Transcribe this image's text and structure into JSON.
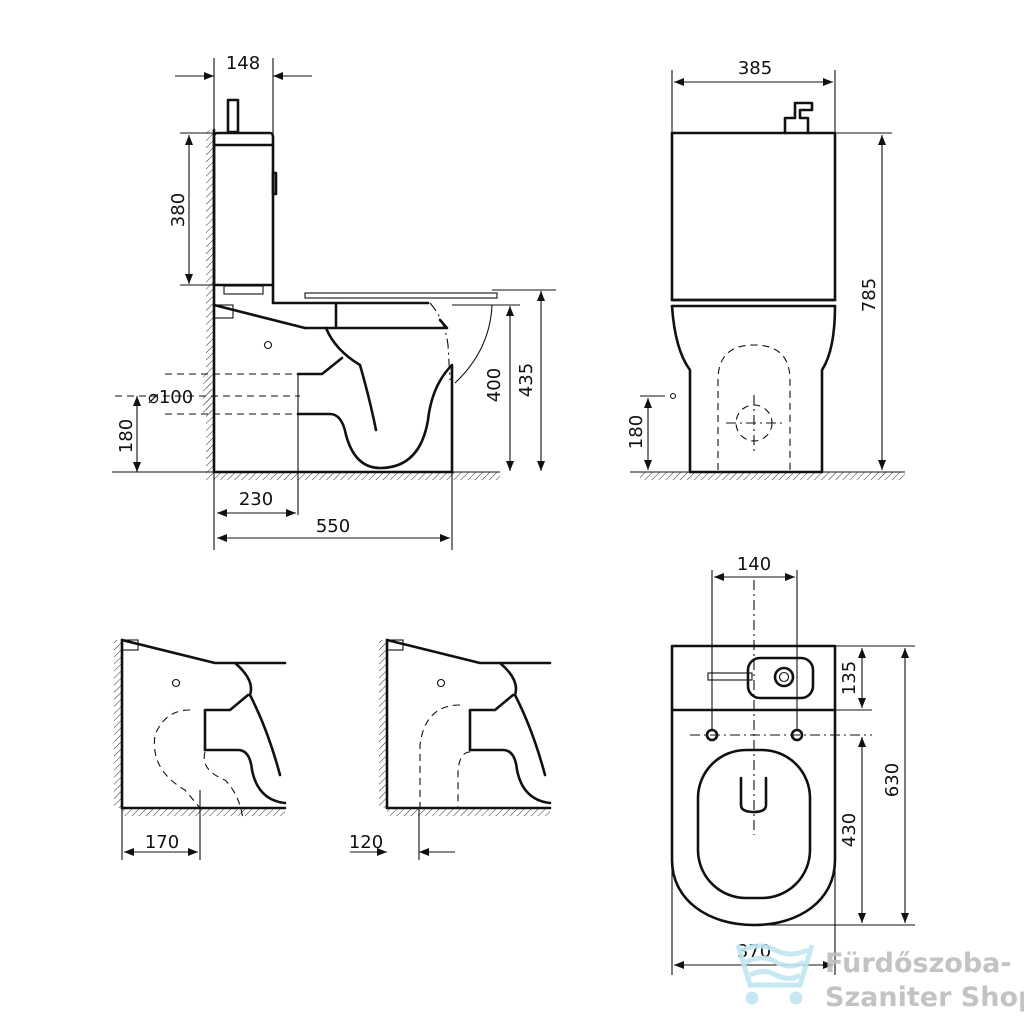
{
  "side_view": {
    "d148": "148",
    "d380": "380",
    "d100": "⌀100",
    "d180": "180",
    "d400": "400",
    "d435": "435",
    "d230": "230",
    "d550": "550"
  },
  "front_view": {
    "d385": "385",
    "d785": "785",
    "d180": "180"
  },
  "top_view": {
    "d140": "140",
    "d135": "135",
    "d630": "630",
    "d430": "430",
    "d370": "370"
  },
  "outlet_views": {
    "d170": "170",
    "d120": "120"
  },
  "watermark": {
    "line1": "Fürdőszoba-",
    "line2": "Szaniter Shop",
    "icon": "cart-wave-icon",
    "color": "#bfe6f0"
  }
}
